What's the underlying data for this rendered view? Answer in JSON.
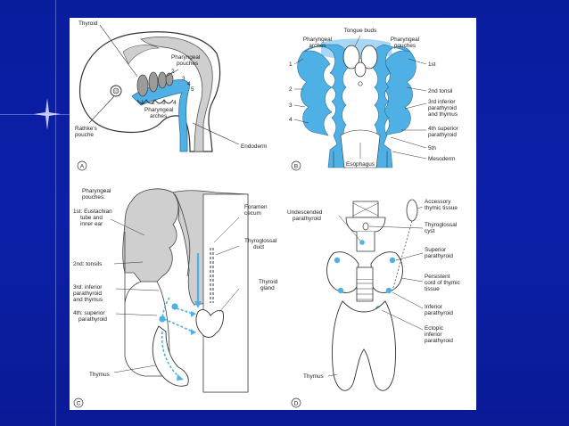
{
  "diagram": {
    "panel_a": {
      "letter": "A",
      "labels": {
        "thyroid": "Thyroid",
        "pharyngeal_pouches": [
          "Pharyngeal",
          "pouches"
        ],
        "pouch_numbers": [
          "1",
          "2",
          "3",
          "4",
          "5"
        ],
        "arch_numbers": [
          "1",
          "2",
          "3",
          "4"
        ],
        "pharyngeal_arches": [
          "Pharyngeal",
          "arches"
        ],
        "rathkes_pouche": [
          "Rathke's",
          "pouche"
        ],
        "endoderm": "Endoderm"
      }
    },
    "panel_b": {
      "letter": "B",
      "labels": {
        "tongue_buds": "Tongue buds",
        "pharyngeal_arches": [
          "Pharyngeal",
          "arches"
        ],
        "pharyngeal_pouches": [
          "Pharyngeal",
          "pouches"
        ],
        "arch_numbers": [
          "1",
          "2",
          "3",
          "4"
        ],
        "first": "1st",
        "second_tonsil": "2nd tonsil",
        "third": [
          "3rd inferior",
          "parathyroid",
          "and thymus"
        ],
        "fourth": [
          "4th superior",
          "parathyroid"
        ],
        "fifth": "5th",
        "mesoderm": "Mesoderm",
        "esophagus": "Esophagus"
      }
    },
    "panel_c": {
      "letter": "C",
      "labels": {
        "pharyngeal_pouches": [
          "Pharyngeal",
          "pouches:"
        ],
        "eustachian": [
          "1st: Eustachian",
          "tube and",
          "inner ear"
        ],
        "tonsils": "2nd: tonsils",
        "third": [
          "3rd: inferior",
          "parathyroid",
          "and thymus"
        ],
        "fourth": [
          "4th: superior",
          "parathyroid"
        ],
        "thymus": "Thymus",
        "foramen_cecum": [
          "Foramen",
          "cecum"
        ],
        "thyroglossal_duct": [
          "Thyroglossal",
          "duct"
        ],
        "thyroid_gland": [
          "Thyroid",
          "gland"
        ]
      }
    },
    "panel_d": {
      "letter": "D",
      "labels": {
        "undescended": [
          "Undescended",
          "parathyroid"
        ],
        "accessory": [
          "Accessory",
          "thymic tissue"
        ],
        "thyroglossal_cyst": [
          "Thyroglossal",
          "cyst"
        ],
        "superior": [
          "Superior",
          "parathyroid"
        ],
        "persistent": [
          "Persistent",
          "cord of thymic",
          "tissue"
        ],
        "inferior": [
          "Inferior",
          "parathyroid"
        ],
        "ectopic": [
          "Ectopic",
          "inferior",
          "parathyroid"
        ],
        "thymus": "Thymus"
      }
    },
    "colors": {
      "background": "#0c1fa8",
      "panel": "#ffffff",
      "endoderm_blue": "#4fb0e6",
      "light_blue": "#a9d6f2",
      "gray_tissue": "#cfcfcf",
      "outline": "#333333"
    }
  }
}
